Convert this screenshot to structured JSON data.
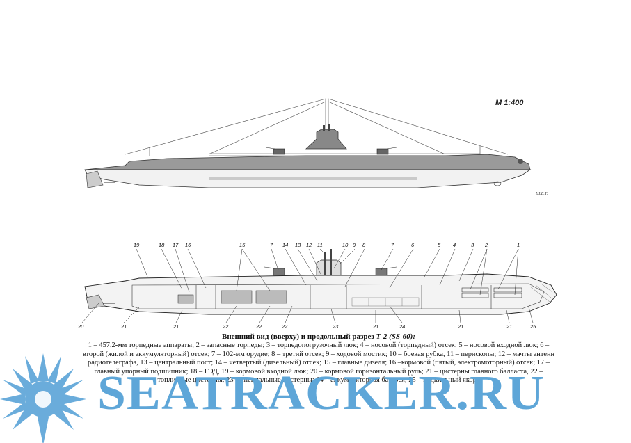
{
  "scale_label": "M 1:400",
  "caption": {
    "title": "Внешний вид (вверху) и продольный разрез",
    "designation": "Т-2 (SS-60):",
    "legend": "1 – 457,2-мм торпедные аппараты; 2 – запасные торпеды; 3 – торпедопогрузочный люк; 4 – носовой (торпедный) отсек; 5 – носовой входной люк; 6 – второй (жилой и аккумуляторный) отсек; 7 – 102-мм орудие; 8 – третий отсек; 9 – ходовой мостик; 10 – боевая рубка, 11 – перископы; 12 – мачты антенн радиотелеграфа, 13 – центральный пост; 14 – четвертый (дизельный) отсек; 15 – главные дизеля; 16 –кормовой (пятый, электромоторный) отсек; 17 – главный упорный подшипник; 18 – ГЭД, 19 – кормовой входной люк; 20 – кормовой горизонтальный руль; 21 – цистерны главного балласта, 22 – топливные цистерны; 23 – специальные цистерны; 24 – аккумуляторная батарея; 25 – подкильный якорь"
  },
  "callouts_top": [
    "19",
    "18",
    "17",
    "16",
    "15",
    "7",
    "14",
    "13",
    "12",
    "11",
    "10",
    "9",
    "8",
    "7",
    "6",
    "5",
    "4",
    "3",
    "2",
    "1"
  ],
  "callouts_bottom": [
    "20",
    "21",
    "21",
    "22",
    "22",
    "22",
    "23",
    "21",
    "24",
    "21",
    "21",
    "25"
  ],
  "watermark": {
    "text": "SEATRACKER.RU",
    "color": "#5ea6d8"
  },
  "drawing_signature": "Ш.Б.Т."
}
